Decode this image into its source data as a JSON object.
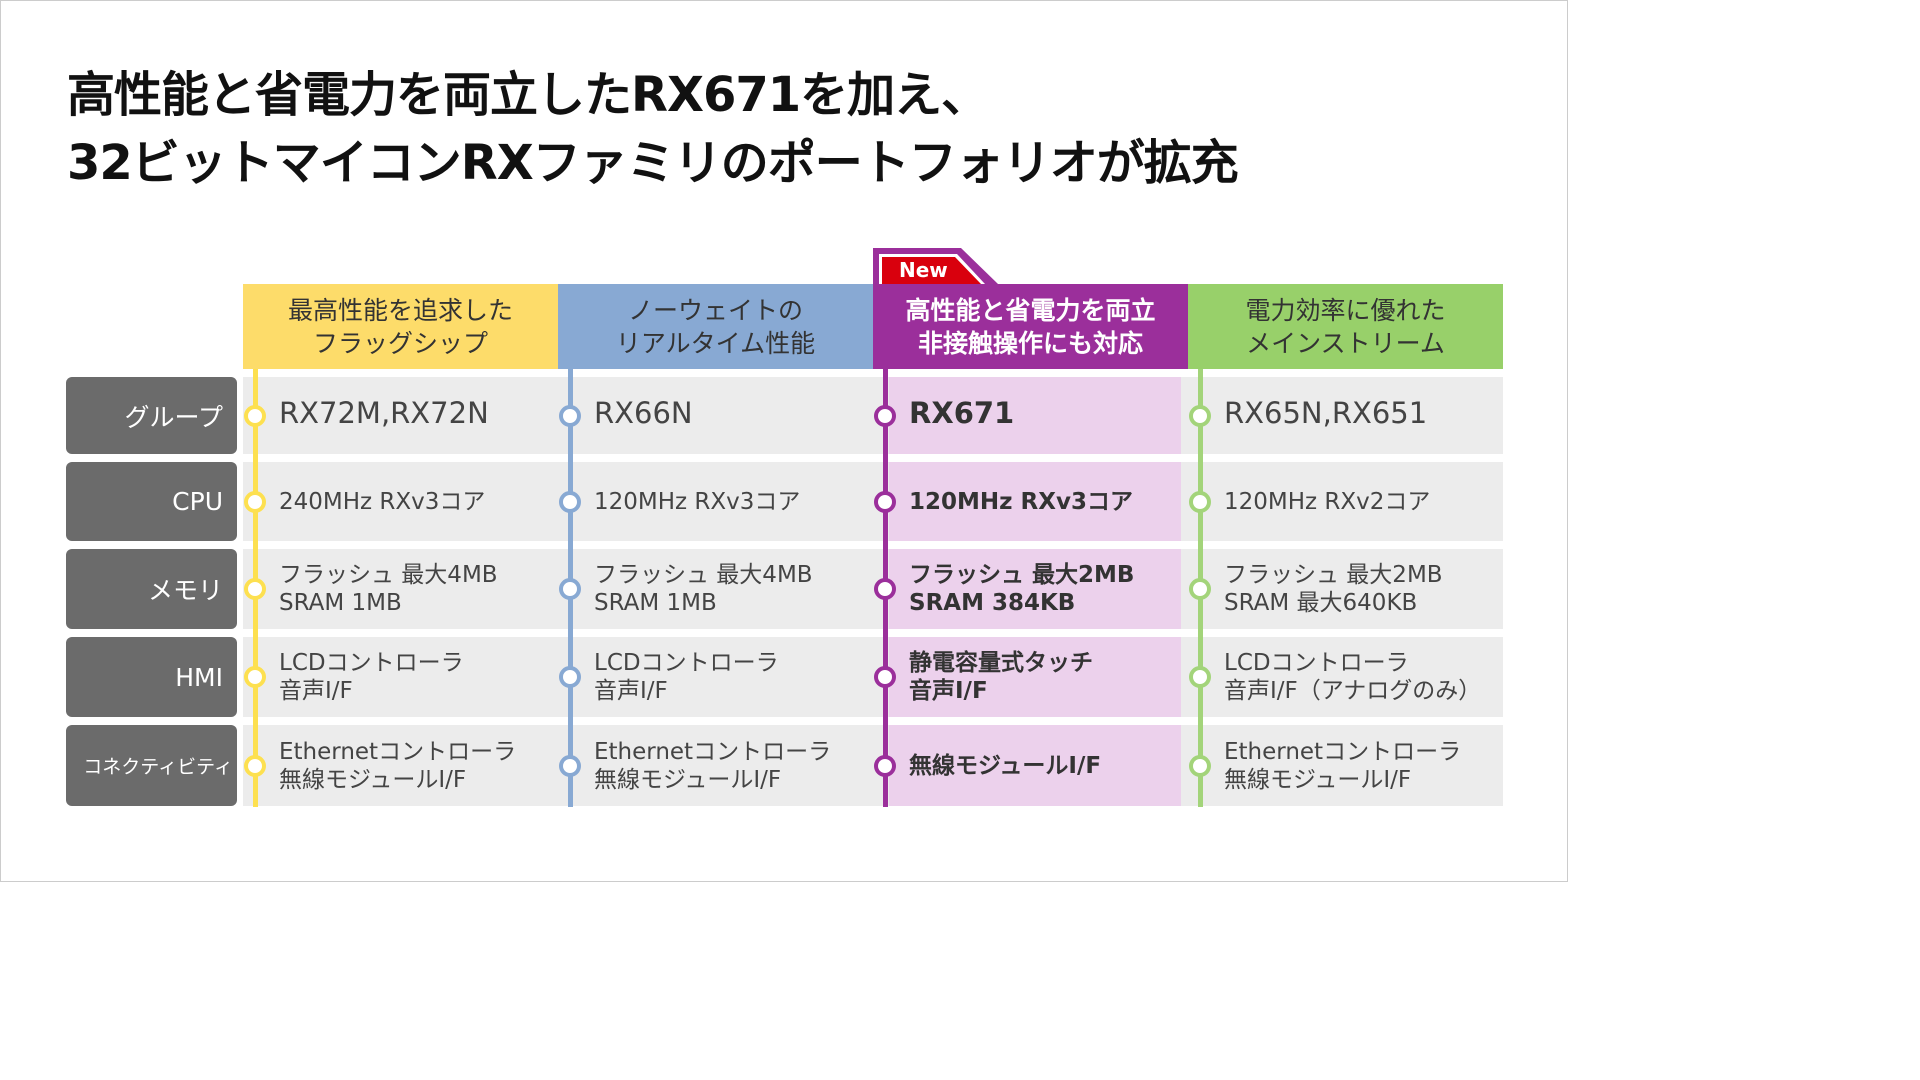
{
  "title": {
    "line1": "高性能と省電力を両立したRX671を加え、",
    "line2": "32ビットマイコンRXファミリのポートフォリオが拡充"
  },
  "badge": "New",
  "columns": [
    {
      "header1": "最高性能を追求した",
      "header2": "フラッグシップ",
      "color": "#fddc6a",
      "line": "#fde050"
    },
    {
      "header1": "ノーウェイトの",
      "header2": "リアルタイム性能",
      "color": "#88a9d3",
      "line": "#88a9d3"
    },
    {
      "header1": "高性能と省電力を両立",
      "header2": "非接触操作にも対応",
      "color": "#9b2f9b",
      "line": "#9b2f9b"
    },
    {
      "header1": "電力効率に優れた",
      "header2": "メインストリーム",
      "color": "#98d06a",
      "line": "#a3d47a"
    }
  ],
  "rows": [
    {
      "label": "グループ",
      "cells": [
        [
          "RX72M,RX72N"
        ],
        [
          "RX66N"
        ],
        [
          "RX671"
        ],
        [
          "RX65N,RX651"
        ]
      ]
    },
    {
      "label": "CPU",
      "cells": [
        [
          "240MHz RXv3コア"
        ],
        [
          "120MHz RXv3コア"
        ],
        [
          "120MHz RXv3コア"
        ],
        [
          "120MHz RXv2コア"
        ]
      ]
    },
    {
      "label": "メモリ",
      "cells": [
        [
          "フラッシュ 最大4MB",
          "SRAM 1MB"
        ],
        [
          "フラッシュ 最大4MB",
          "SRAM 1MB"
        ],
        [
          "フラッシュ 最大2MB",
          "SRAM 384KB"
        ],
        [
          "フラッシュ 最大2MB",
          "SRAM 最大640KB"
        ]
      ]
    },
    {
      "label": "HMI",
      "cells": [
        [
          "LCDコントローラ",
          "音声I/F"
        ],
        [
          "LCDコントローラ",
          "音声I/F"
        ],
        [
          "静電容量式タッチ",
          "音声I/F"
        ],
        [
          "LCDコントローラ",
          "音声I/F（アナログのみ）"
        ]
      ]
    },
    {
      "label": "コネクティビティ",
      "cells": [
        [
          "Ethernetコントローラ",
          "無線モジュールI/F"
        ],
        [
          "Ethernetコントローラ",
          "無線モジュールI/F"
        ],
        [
          "無線モジュールI/F"
        ],
        [
          "Ethernetコントローラ",
          "無線モジュールI/F"
        ]
      ]
    }
  ]
}
